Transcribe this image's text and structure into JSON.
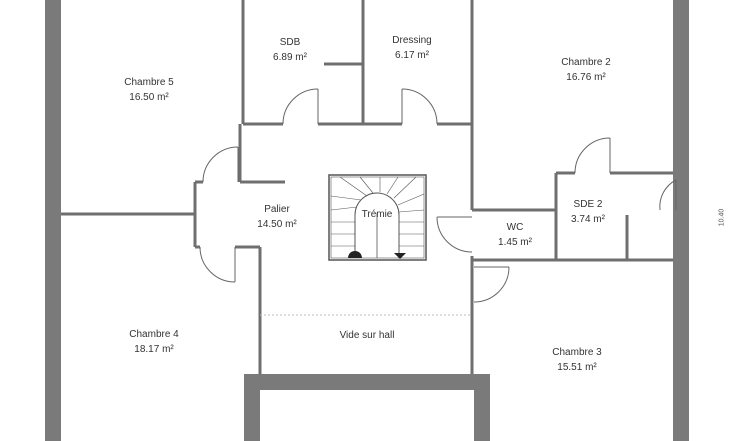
{
  "rooms": [
    {
      "id": "chambre5",
      "name": "Chambre 5",
      "area": "16.50 m²"
    },
    {
      "id": "sdb",
      "name": "SDB",
      "area": "6.89 m²"
    },
    {
      "id": "dressing",
      "name": "Dressing",
      "area": "6.17 m²"
    },
    {
      "id": "chambre2",
      "name": "Chambre 2",
      "area": "16.76 m²"
    },
    {
      "id": "palier",
      "name": "Palier",
      "area": "14.50 m²"
    },
    {
      "id": "tremie",
      "name": "Trémie",
      "area": ""
    },
    {
      "id": "wc",
      "name": "WC",
      "area": "1.45 m²"
    },
    {
      "id": "sde2",
      "name": "SDE 2",
      "area": "3.74 m²"
    },
    {
      "id": "chambre4",
      "name": "Chambre 4",
      "area": "18.17 m²"
    },
    {
      "id": "vide",
      "name": "Vide sur hall",
      "area": ""
    },
    {
      "id": "chambre3",
      "name": "Chambre 3",
      "area": "15.51 m²"
    }
  ],
  "dimension": "10.40",
  "colors": {
    "wall": "#7a7a7a",
    "thin_wall": "#6f6f6f",
    "stair": "#555555"
  }
}
